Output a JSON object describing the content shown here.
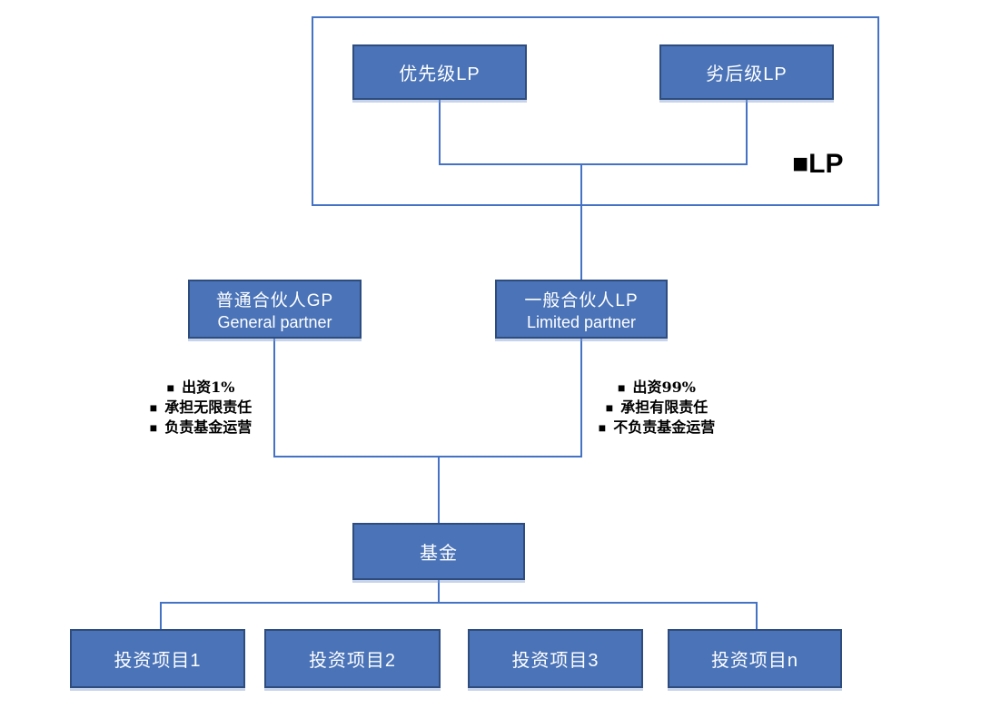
{
  "colors": {
    "node_fill": "#4A73B8",
    "node_border": "#2E4C7E",
    "connector": "#4472C4",
    "node_text": "#FFFFFF",
    "annotation_text": "#000000"
  },
  "lp_group": {
    "badge": {
      "bullet": "■",
      "text": "LP"
    },
    "senior_lp": {
      "label": "优先级LP"
    },
    "subordinate_lp": {
      "label": "劣后级LP"
    }
  },
  "general_partner": {
    "title": "普通合伙人GP",
    "subtitle": "General partner",
    "notes": [
      {
        "bullet": "■",
        "text": "出资1%"
      },
      {
        "bullet": "■",
        "text": "承担无限责任"
      },
      {
        "bullet": "■",
        "text": "负责基金运营"
      }
    ]
  },
  "limited_partner": {
    "title": "一般合伙人LP",
    "subtitle": "Limited partner",
    "notes": [
      {
        "bullet": "■",
        "text": "出资99%"
      },
      {
        "bullet": "■",
        "text": "承担有限责任"
      },
      {
        "bullet": "■",
        "text": "不负责基金运营"
      }
    ]
  },
  "fund": {
    "label": "基金"
  },
  "projects": [
    {
      "label": "投资项目1"
    },
    {
      "label": "投资项目2"
    },
    {
      "label": "投资项目3"
    },
    {
      "label": "投资项目n"
    }
  ]
}
